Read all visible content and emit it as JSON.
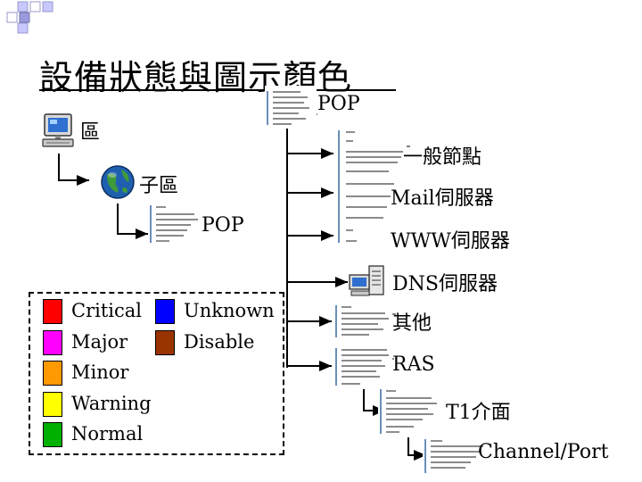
{
  "title": "設備狀態與圖示顏色",
  "nodes": {
    "pop_top": "POP",
    "area": "區",
    "subarea": "子區",
    "pop_sub": "POP",
    "general_node": "一般節點",
    "mail_server": "Mail伺服器",
    "www_server": "WWW伺服器",
    "dns_server": "DNS伺服器",
    "other": "其他",
    "ras": "RAS",
    "t1": "T1介面",
    "channel_port": "Channel/Port"
  },
  "legend": {
    "items": [
      {
        "label": "Critical",
        "color": "#ff0000"
      },
      {
        "label": "Major",
        "color": "#ff00ff"
      },
      {
        "label": "Minor",
        "color": "#ff9900"
      },
      {
        "label": "Warning",
        "color": "#ffff00"
      },
      {
        "label": "Normal",
        "color": "#00b000"
      },
      {
        "label": "Unknown",
        "color": "#0000ff"
      },
      {
        "label": "Disable",
        "color": "#993300"
      }
    ]
  },
  "icons": {
    "area": "computer-icon",
    "subarea": "globe-icon",
    "dns": "server-icon",
    "doc": "document-list-icon"
  }
}
